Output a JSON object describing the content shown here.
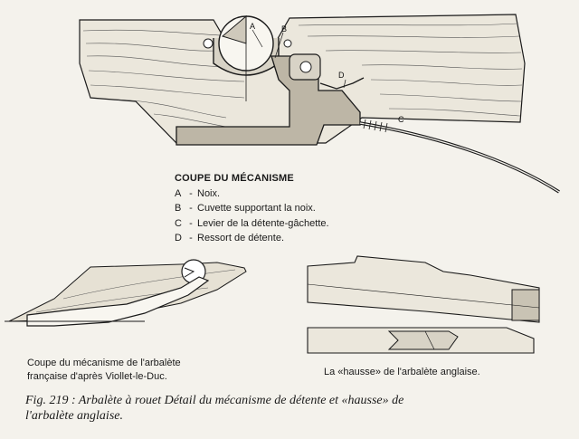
{
  "top_diagram": {
    "labels": {
      "a": "A",
      "b": "B",
      "c": "C",
      "d": "D"
    }
  },
  "legend": {
    "title": "COUPE DU MÉCANISME",
    "items": [
      {
        "key": "A",
        "sep": "-",
        "text": "Noix."
      },
      {
        "key": "B",
        "sep": "-",
        "text": "Cuvette supportant la noix."
      },
      {
        "key": "C",
        "sep": "-",
        "text": "Levier de la détente-gâchette."
      },
      {
        "key": "D",
        "sep": "-",
        "text": "Ressort de détente."
      }
    ]
  },
  "bottom_left_caption": {
    "line1": "Coupe du mécanisme de l'arbalète",
    "line2": "française d'après Viollet-le-Duc."
  },
  "bottom_right_caption": "La «hausse» de l'arbalète anglaise.",
  "figure_caption": {
    "line1": "Fig. 219 : Arbalète à rouet Détail du mécanisme de détente et «hausse» de",
    "line2": "l'arbalète anglaise."
  }
}
